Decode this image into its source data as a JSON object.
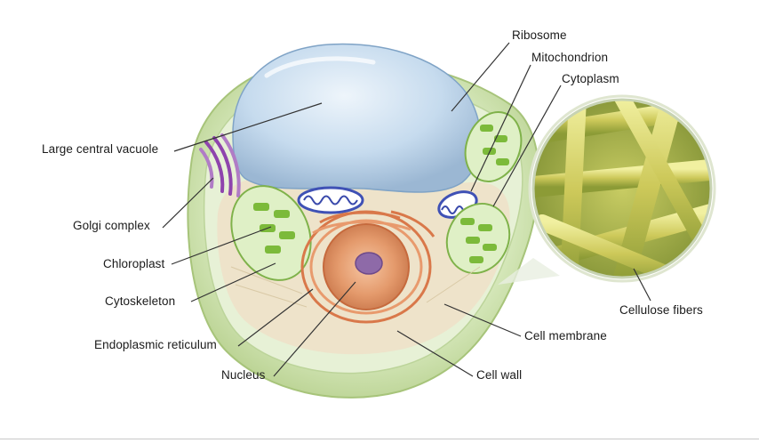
{
  "labels": {
    "ribosome": "Ribosome",
    "mitochondrion": "Mitochondrion",
    "cytoplasm": "Cytoplasm",
    "vacuole": "Large central vacuole",
    "golgi": "Golgi complex",
    "chloroplast": "Chloroplast",
    "cytoskeleton": "Cytoskeleton",
    "er": "Endoplasmic reticulum",
    "nucleus": "Nucleus",
    "cell_membrane": "Cell membrane",
    "cell_wall": "Cell wall",
    "cellulose": "Cellulose fibers"
  },
  "colors": {
    "cell_wall": "#cfe3b0",
    "vacuole": "#b9d3e8",
    "golgi": "#9b59b6",
    "chloroplast": "#8bc34a",
    "mitochondria": "#3f51b5",
    "er": "#e8956a",
    "nucleus": "#8e6aa8",
    "fibers": "#c8cf5a",
    "leader_line": "#333333"
  },
  "icons": {
    "inset": "magnified-cellulose-fibers"
  }
}
